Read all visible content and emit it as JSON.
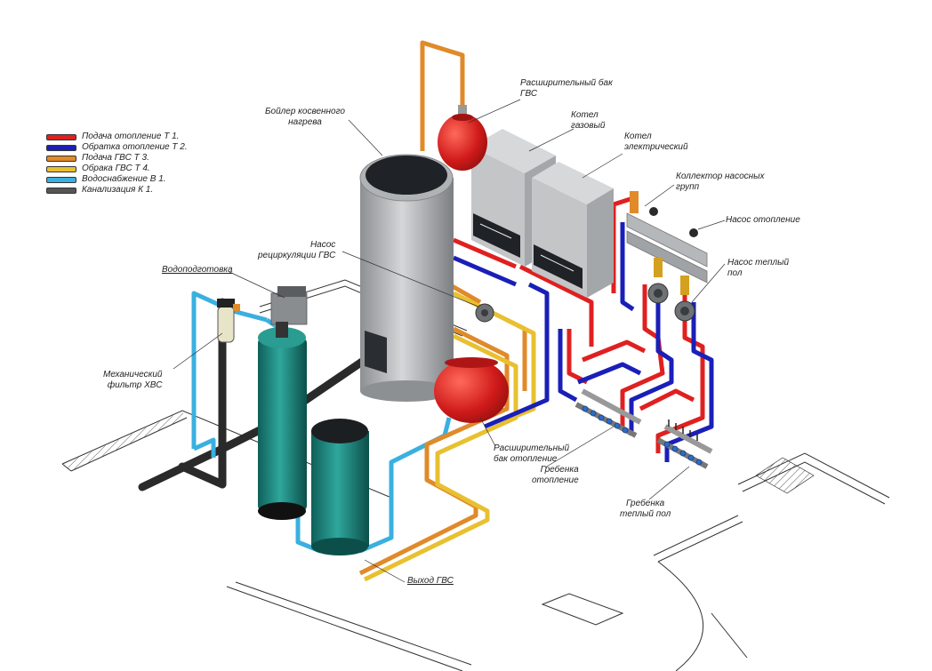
{
  "legend": [
    {
      "label": "Подача отопление Т 1.",
      "color": "#e02020"
    },
    {
      "label": "Обратка отопление Т 2.",
      "color": "#1a1fb8"
    },
    {
      "label": "Подача ГВС  Т 3.",
      "color": "#e08a2a"
    },
    {
      "label": "Обрака ГВС  Т 4.",
      "color": "#e8c030"
    },
    {
      "label": "Водоснабжение В 1.",
      "color": "#3ab0e0"
    },
    {
      "label": "Канализация К 1.",
      "color": "#555555"
    }
  ],
  "labels": {
    "exp_tank_dhw": "Расширительный бак\nГВС",
    "boiler_indirect": "Бойлер косвенного\nнагрева",
    "boiler_gas": "Котел\nгазовый",
    "boiler_electric": "Котел\nэлектрический",
    "pump_collector": "Коллектор насосных\nгрупп",
    "pump_heating": "Насос отопление",
    "pump_floor": "Насос теплый\nпол",
    "pump_recirc": "Насос\nрециркуляции ГВС",
    "water_treatment": "Водоподготовка",
    "mech_filter": "Механический\nфильтр ХВС",
    "exp_tank_heating": "Расширительный\nбак отопление",
    "manifold_heating": "Гребенка\nотопление",
    "manifold_floor": "Гребенка\nтеплый пол",
    "dhw_out": "Выход ГВС"
  },
  "colors": {
    "tank_red": "#d01a1a",
    "boiler_steel": "#b9bcbf",
    "filter_teal": "#1e8f86",
    "pipe_black": "#2a2a2a"
  }
}
